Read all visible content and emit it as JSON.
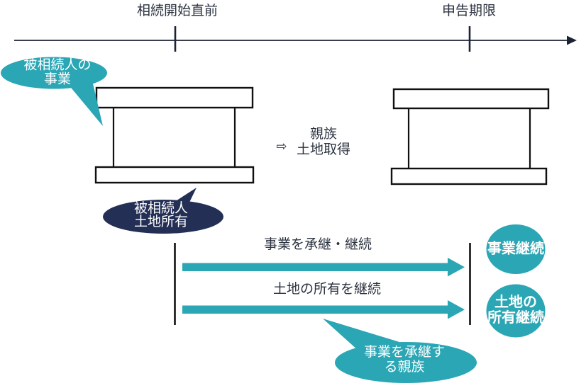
{
  "colors": {
    "teal": "#2aa6b5",
    "navy": "#232f55",
    "ink": "#2c3340",
    "axis": "#1c2333",
    "outline": "#101010",
    "bg": "#ffffff"
  },
  "timeline": {
    "start_label": "相続開始直前",
    "deadline_label": "申告期限"
  },
  "callouts": {
    "decedent_business": {
      "line1": "被相続人の",
      "line2": "事業"
    },
    "decedent_land": {
      "line1": "被相続人",
      "line2": "土地所有"
    },
    "successor_relative": {
      "line1": "事業を承継す",
      "line2": "る親族"
    }
  },
  "transfer": {
    "arrow_glyph": "⇨",
    "line1": "親族",
    "line2": "土地取得"
  },
  "flows": {
    "business": {
      "label": "事業を承継・継続"
    },
    "land": {
      "label": "土地の所有を継続"
    }
  },
  "outcomes": {
    "business": {
      "label": "事業継続"
    },
    "land": {
      "line1": "土地の",
      "line2": "所有継続"
    }
  }
}
